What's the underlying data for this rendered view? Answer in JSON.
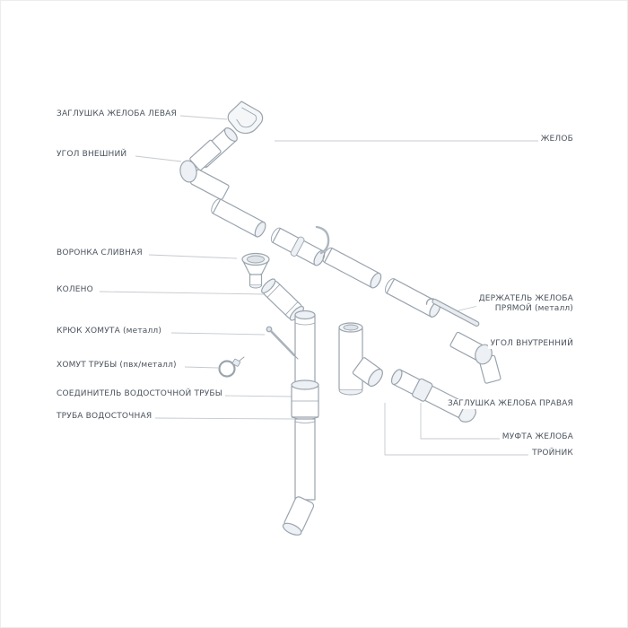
{
  "labels": {
    "left": [
      {
        "part": "gutter-end-cap-left",
        "text": "ЗАГЛУШКА ЖЕЛОБА ЛЕВАЯ"
      },
      {
        "part": "corner-outer",
        "text": "УГОЛ ВНЕШНИЙ"
      },
      {
        "part": "drain-funnel",
        "text": "ВОРОНКА СЛИВНАЯ"
      },
      {
        "part": "elbow",
        "text": "КОЛЕНО"
      },
      {
        "part": "clamp-hook-metal",
        "text": "КРЮК ХОМУТА (металл)"
      },
      {
        "part": "pipe-clamp",
        "text": "ХОМУТ ТРУБЫ (пвх/металл)"
      },
      {
        "part": "downpipe-connector",
        "text": "СОЕДИНИТЕЛЬ ВОДОСТОЧНОЙ ТРУБЫ"
      },
      {
        "part": "downpipe",
        "text": "ТРУБА ВОДОСТОЧНАЯ"
      }
    ],
    "right": [
      {
        "part": "gutter",
        "text": "ЖЕЛОБ"
      },
      {
        "part": "gutter-bracket-straight-metal",
        "text": "ДЕРЖАТЕЛЬ ЖЕЛОБА",
        "text2": "ПРЯМОЙ (металл)"
      },
      {
        "part": "corner-inner",
        "text": "УГОЛ ВНУТРЕННИЙ"
      },
      {
        "part": "gutter-end-cap-right",
        "text": "ЗАГЛУШКА ЖЕЛОБА ПРАВАЯ"
      },
      {
        "part": "gutter-coupling",
        "text": "МУФТА ЖЕЛОБА"
      },
      {
        "part": "tee",
        "text": "ТРОЙНИК"
      }
    ]
  },
  "colors": {
    "outline": "#9aa4ae",
    "shade": "#edf0f4",
    "shade_light": "#f4f6f8",
    "hole": "#dfe4e9",
    "leader": "#c5cad0",
    "text": "#4a525c",
    "background": "#ffffff"
  }
}
